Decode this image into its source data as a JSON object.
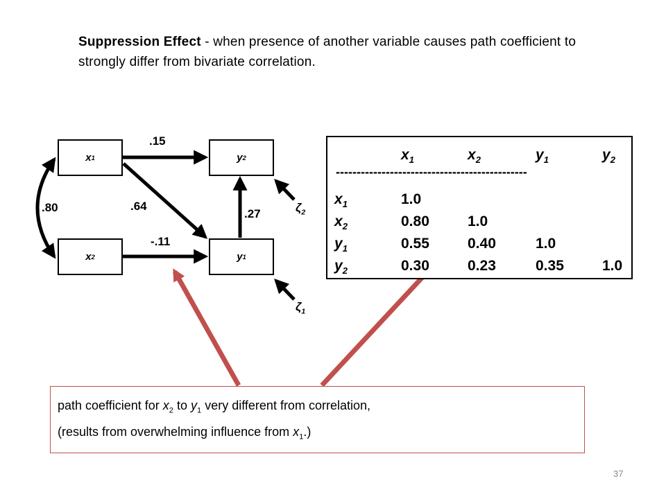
{
  "title": {
    "bold": "Suppression Effect",
    "rest": " - when presence of another variable causes path coefficient to strongly differ from bivariate correlation."
  },
  "diagram": {
    "nodes": {
      "x1": {
        "base": "x",
        "sub": "1"
      },
      "x2": {
        "base": "x",
        "sub": "2"
      },
      "y1": {
        "base": "y",
        "sub": "1"
      },
      "y2": {
        "base": "y",
        "sub": "2"
      }
    },
    "paths": {
      "x1_y2": ".15",
      "x1_y1": ".64",
      "x2_y1": "-.11",
      "y1_y2": ".27",
      "x1_x2": ".80"
    },
    "disturbances": {
      "zeta2": {
        "base": "ζ",
        "sub": "2"
      },
      "zeta1": {
        "base": "ζ",
        "sub": "1"
      }
    }
  },
  "matrix": {
    "headers": [
      {
        "base": "x",
        "sub": "1"
      },
      {
        "base": "x",
        "sub": "2"
      },
      {
        "base": "y",
        "sub": "1"
      },
      {
        "base": "y",
        "sub": "2"
      }
    ],
    "separator": "----------------------------------------------",
    "rows": [
      {
        "label": {
          "base": "x",
          "sub": "1"
        },
        "values": [
          "1.0"
        ]
      },
      {
        "label": {
          "base": "x",
          "sub": "2"
        },
        "values": [
          "0.80",
          "1.0"
        ]
      },
      {
        "label": {
          "base": "y",
          "sub": "1"
        },
        "values": [
          "0.55",
          "0.40",
          "1.0"
        ]
      },
      {
        "label": {
          "base": "y",
          "sub": "2"
        },
        "values": [
          "0.30",
          "0.23",
          "0.35",
          "1.0"
        ]
      }
    ]
  },
  "note": {
    "line1_a": "path coefficient for ",
    "line1_x": "x",
    "line1_xsub": "2",
    "line1_b": " to ",
    "line1_y": "y",
    "line1_ysub": "1",
    "line1_c": " very different from correlation,",
    "line2_a": "(results from overwhelming influence from ",
    "line2_x": "x",
    "line2_xsub": "1",
    "line2_b": ".)"
  },
  "page_number": "37",
  "colors": {
    "callout_arrow": "#c0504d",
    "diagram_ink": "#000000"
  }
}
